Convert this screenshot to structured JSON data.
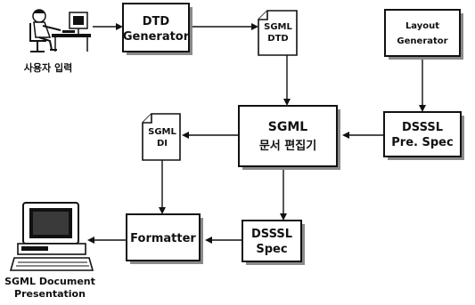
{
  "diagram": {
    "user_caption": "사용자 입력",
    "output_caption_line1": "SGML Document",
    "output_caption_line2": "Presentation",
    "dtd_generator": {
      "line1": "DTD",
      "line2": "Generator"
    },
    "sgml_dtd": {
      "line1": "SGML",
      "line2": "DTD"
    },
    "layout_generator": {
      "line1": "Layout",
      "line2": "Generator"
    },
    "sgml_editor": {
      "line1": "SGML",
      "line2": "문서 편집기"
    },
    "dsssl_pre_spec": {
      "line1": "DSSSL",
      "line2": "Pre. Spec"
    },
    "sgml_di": {
      "line1": "SGML",
      "line2": "DI"
    },
    "formatter": {
      "label": "Formatter"
    },
    "dsssl_spec": {
      "line1": "DSSSL",
      "line2": "Spec"
    }
  }
}
